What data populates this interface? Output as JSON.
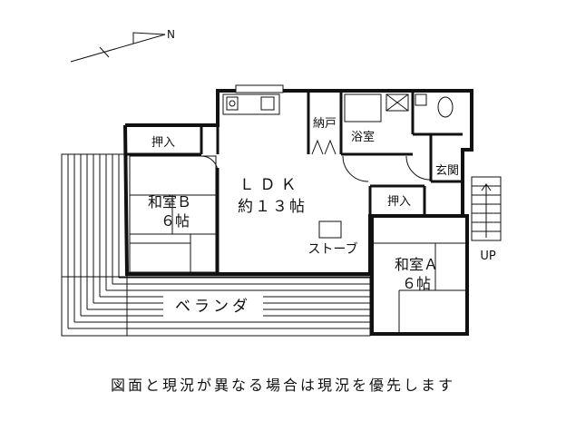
{
  "compass": {
    "north_label": "N"
  },
  "rooms": {
    "ldk": "ＬＤＫ",
    "ldk_size": "約１３帖",
    "washitsu_b": "和室Ｂ",
    "washitsu_b_size": "６帖",
    "washitsu_a": "和室Ａ",
    "washitsu_a_size": "６帖",
    "oshiire_b": "押入",
    "oshiire_a": "押入",
    "nando": "納戸",
    "bath": "浴室",
    "entrance": "玄関"
  },
  "labels": {
    "stove": "ストーブ",
    "veranda": "ベランダ",
    "stairs_up": "UP"
  },
  "footer": {
    "note": "図面と現況が異なる場合は現況を優先します"
  }
}
